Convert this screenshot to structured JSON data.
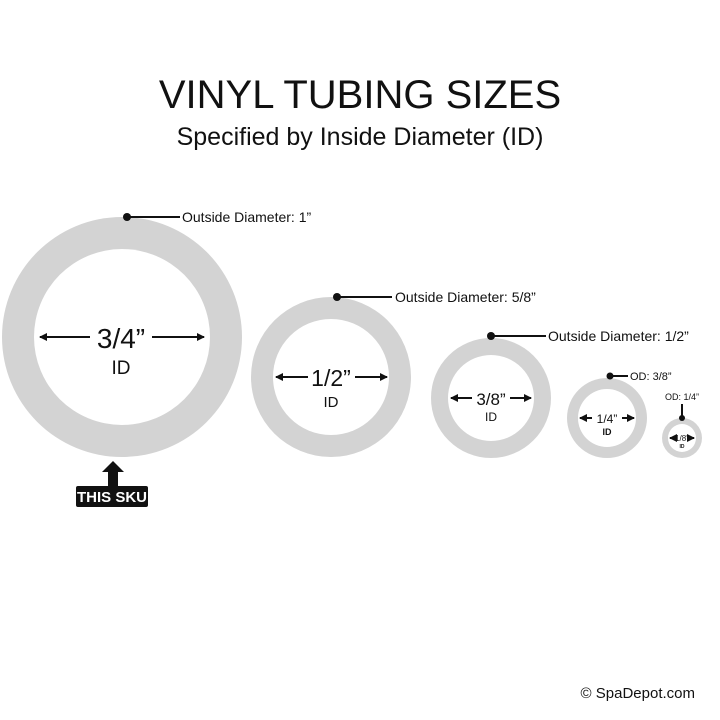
{
  "title": "VINYL TUBING SIZES",
  "subtitle": "Specified by Inside Diameter (ID)",
  "ring_color": "#d3d3d3",
  "tubes": [
    {
      "id_label": "3/4”",
      "id_suffix": "ID",
      "od_label": "Outside Diameter: 1”"
    },
    {
      "id_label": "1/2”",
      "id_suffix": "ID",
      "od_label": "Outside Diameter: 5/8”"
    },
    {
      "id_label": "3/8”",
      "id_suffix": "ID",
      "od_label": "Outside Diameter: 1/2”"
    },
    {
      "id_label": "1/4”",
      "id_suffix": "ID",
      "od_label": "OD: 3/8”"
    },
    {
      "id_label": "1/8”",
      "id_suffix": "ID",
      "od_label": "OD: 1/4”"
    }
  ],
  "this_sku_label": "THIS SKU",
  "copyright": "© SpaDepot.com"
}
